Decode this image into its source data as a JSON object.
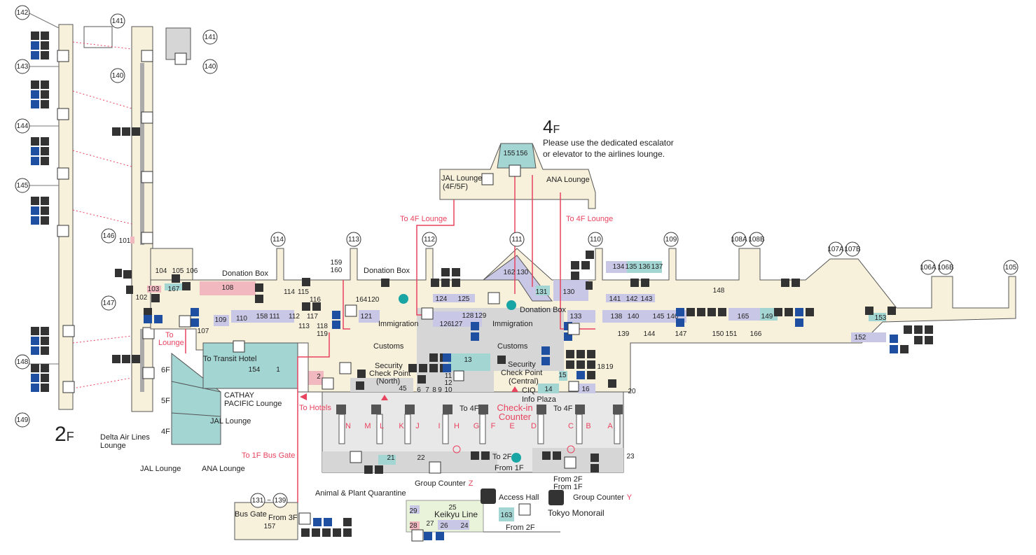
{
  "floor_labels": {
    "floor2": "2",
    "floor2_suffix": "F",
    "floor4": "4",
    "floor4_suffix": "F",
    "f6": "6F",
    "f5": "5F",
    "f4": "4F"
  },
  "notice": {
    "line1": "Please use the dedicated escalator",
    "line2": "or elevator to the airlines lounge."
  },
  "gates_left": [
    "142",
    "141",
    "143",
    "140",
    "144",
    "145",
    "146",
    "147",
    "148",
    "149",
    "141",
    "140"
  ],
  "gates_top": [
    "114",
    "113",
    "112",
    "111",
    "110",
    "109",
    "108A",
    "108B",
    "107A",
    "107B",
    "106A",
    "106B",
    "105"
  ],
  "bus_gate_range": {
    "from": "131",
    "sep": "~",
    "to": "139"
  },
  "lounges": {
    "jal_top": "JAL Lounge",
    "jal_top_sub": "(4F/5F)",
    "ana_top": "ANA Lounge",
    "cathay": "CATHAY",
    "cathay2": "PACIFIC Lounge",
    "jal_5f": "JAL Lounge",
    "delta": "Delta Air Lines",
    "delta2": "Lounge",
    "jal_4f": "JAL Lounge",
    "ana_4f": "ANA Lounge"
  },
  "labels": {
    "donation_box_1": "Donation Box",
    "donation_box_2": "Donation Box",
    "donation_box_3": "Donation Box",
    "immigration_1": "Immigration",
    "immigration_2": "Immigration",
    "customs_1": "Customs",
    "customs_2": "Customs",
    "security_north_1": "Security",
    "security_north_2": "Check Point",
    "security_north_3": "(North)",
    "security_central_1": "Security",
    "security_central_2": "Check Point",
    "security_central_3": "(Central)",
    "ciq": "CIQ",
    "info_plaza": "Info Plaza",
    "to_transit_hotel": "To Transit Hotel",
    "to_4f_1": "To 4F",
    "to_4f_2": "To 4F",
    "to_2f": "To 2F",
    "from_1f_1": "From 1F",
    "from_2f": "From 2F",
    "from_1f_2": "From 1F",
    "from_3f": "From 3F",
    "from_2f_2": "From 2F",
    "access_hall": "Access Hall",
    "tokyo_monorail": "Tokyo Monorail",
    "keikyu_line": "Keikyu Line",
    "group_counter_z": "Group Counter",
    "z": "Z",
    "group_counter_y": "Group Counter",
    "y": "Y",
    "animal_plant": "Animal & Plant Quarantine",
    "bus_gate": "Bus Gate"
  },
  "red_labels": {
    "to_4f_lounge_1": "To 4F Lounge",
    "to_4f_lounge_2": "To 4F Lounge",
    "to_lounge_1": "To",
    "to_lounge_2": "Lounge",
    "to_hotels": "To Hotels",
    "to_1f_bus_gate": "To 1F Bus Gate",
    "checkin_1": "Check-in",
    "checkin_2": "Counter"
  },
  "counters": [
    "N",
    "M",
    "L",
    "K",
    "J",
    "I",
    "H",
    "G",
    "F",
    "E",
    "D",
    "C",
    "B",
    "A"
  ],
  "shops": {
    "s101": "101",
    "s102": "102",
    "s103": "103",
    "s104": "104",
    "s105": "105",
    "s106": "106",
    "s107": "107",
    "s108": "108",
    "s109": "109",
    "s110": "110",
    "s111": "111",
    "s112": "112",
    "s113": "113",
    "s114": "114",
    "s115": "115",
    "s116": "116",
    "s117": "117",
    "s118": "118",
    "s119": "119",
    "s120": "120",
    "s121": "121",
    "s124": "124",
    "s125": "125",
    "s126": "126",
    "s127": "127",
    "s128": "128",
    "s129": "129",
    "s130a": "130",
    "s130b": "130",
    "s131": "131",
    "s133": "133",
    "s134": "134",
    "s135": "135",
    "s136": "136",
    "s137": "137",
    "s138": "138",
    "s139": "139",
    "s140": "140",
    "s141": "141",
    "s142": "142",
    "s143": "143",
    "s144": "144",
    "s145": "145",
    "s146": "146",
    "s147": "147",
    "s148": "148",
    "s149": "149",
    "s150": "150",
    "s151": "151",
    "s152": "152",
    "s153": "153",
    "s154": "154",
    "s155": "155",
    "s156": "156",
    "s157": "157",
    "s158": "158",
    "s159": "159",
    "s160": "160",
    "s162": "162",
    "s163": "163",
    "s164": "164",
    "s165": "165",
    "s166": "166",
    "s167": "167",
    "n1": "1",
    "n2": "2",
    "n6": "6",
    "n7": "7",
    "n8": "8",
    "n9": "9",
    "n10": "10",
    "n11": "11",
    "n12": "12",
    "n13": "13",
    "n14": "14",
    "n15": "15",
    "n16": "16",
    "n18": "18",
    "n19": "19",
    "n20": "20",
    "n21": "21",
    "n22": "22",
    "n23": "23",
    "n24": "24",
    "n25": "25",
    "n26": "26",
    "n27": "27",
    "n28": "28",
    "n29": "29",
    "n45": "45"
  },
  "colors": {
    "floor": "#f7f1dc",
    "teal": "#a3d5d3",
    "lavender": "#c8c8e6",
    "pink": "#f2b8c0",
    "gray": "#d6d6d6",
    "red": "#e8435f",
    "blue": "#1f4fa0"
  }
}
